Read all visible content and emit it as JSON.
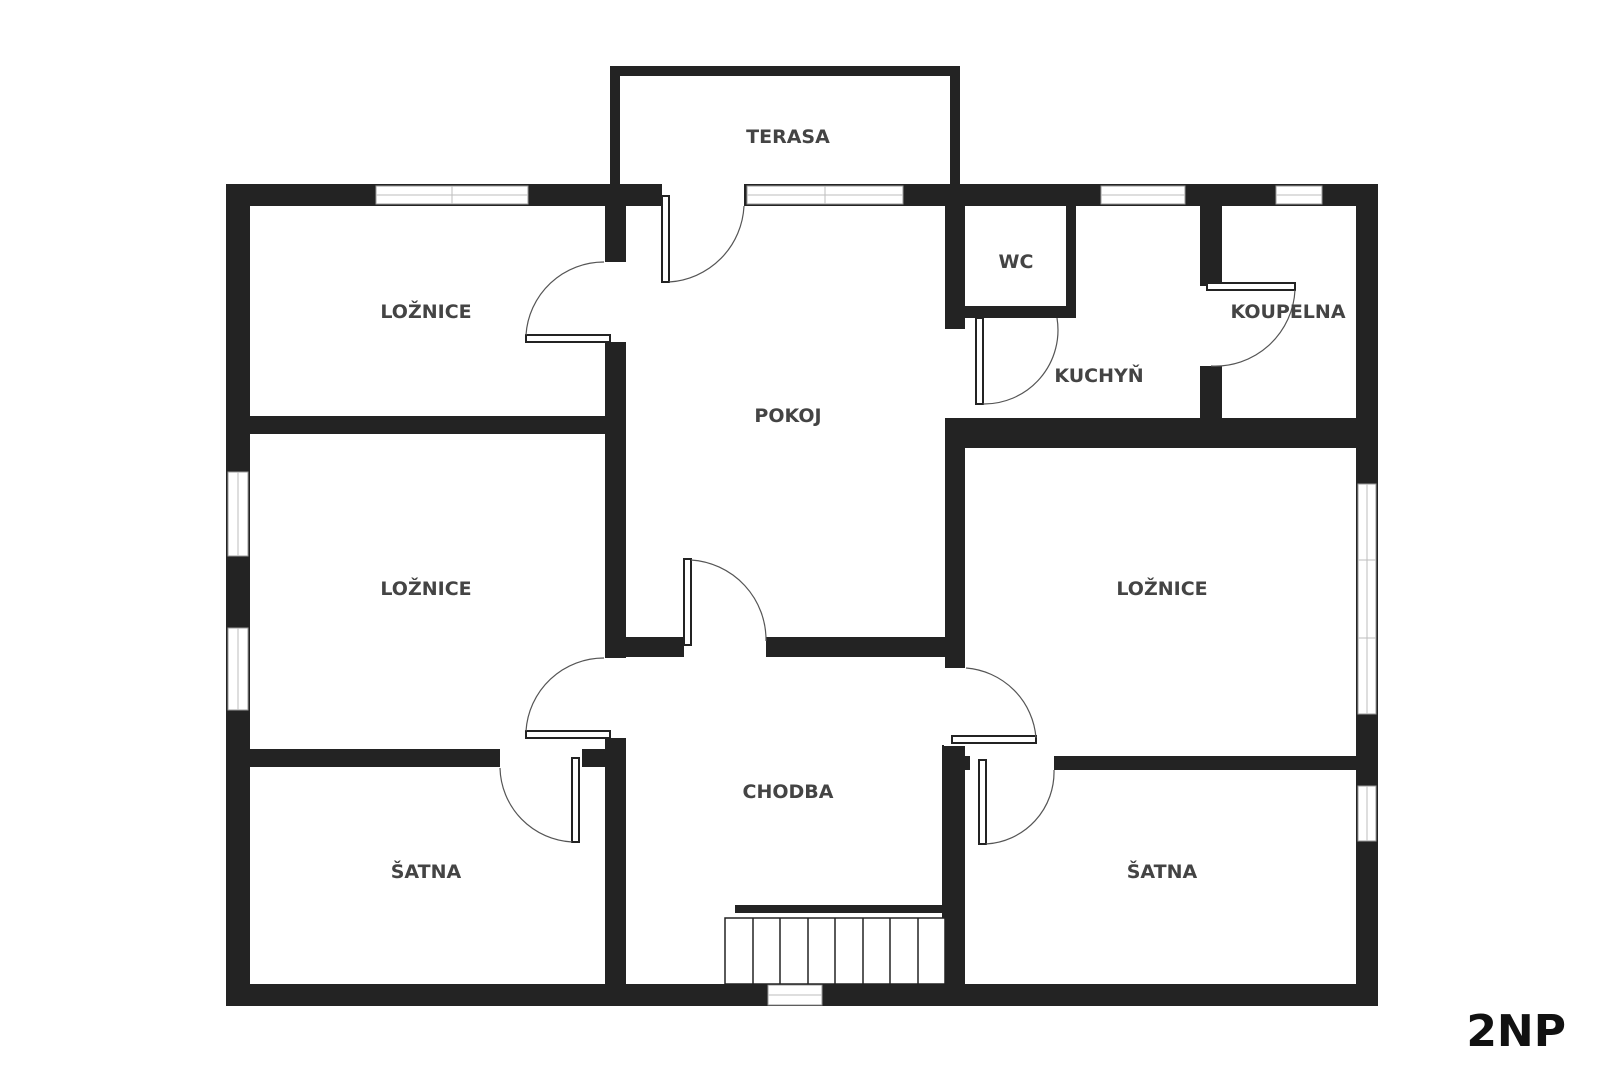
{
  "floor": {
    "label": "2NP"
  },
  "rooms": {
    "terasa": "TERASA",
    "loznice_top_left": "LOŽNICE",
    "pokoj": "POKOJ",
    "wc": "WC",
    "kuchyn": "KUCHYŇ",
    "koupelna": "KOUPELNA",
    "loznice_mid_left": "LOŽNICE",
    "loznice_right": "LOŽNICE",
    "chodba": "CHODBA",
    "satna_left": "ŠATNA",
    "satna_right": "ŠATNA"
  },
  "colors": {
    "wall": "#232323",
    "label": "#444444",
    "background": "#ffffff"
  }
}
